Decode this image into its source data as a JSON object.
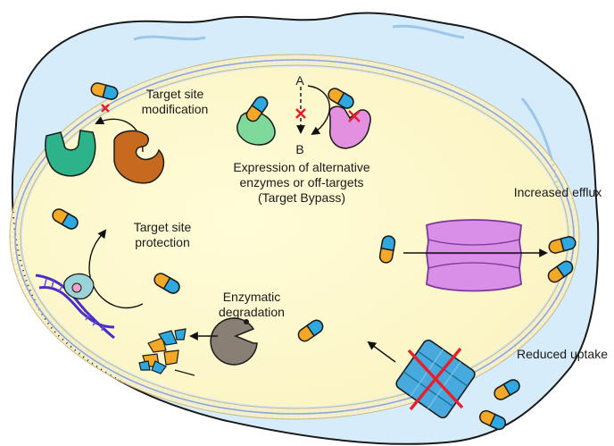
{
  "labels": {
    "target_mod_line1": "Target site",
    "target_mod_line2": "modification",
    "expression_line1": "Expression of alternative",
    "expression_line2": "enzymes or off-targets",
    "expression_line3": "(Target Bypass)",
    "node_a": "A",
    "node_b": "B",
    "efflux": "Increased efflux",
    "protection_line1": "Target site",
    "protection_line2": "protection",
    "enzymatic_line1": "Enzymatic",
    "enzymatic_line2": "degradation",
    "uptake": "Reduced uptake"
  },
  "icons": {
    "antibiotic": "capsule-pill-icon",
    "target": "enzyme-target-icon",
    "efflux_pump": "membrane-pump-icon",
    "porin": "porin-channel-icon",
    "degrading_enzyme": "pacman-enzyme-icon",
    "dna": "dna-helix-icon",
    "block": "red-cross-icon"
  },
  "colors": {
    "cell_outer": "#d4ebfa",
    "cell_inner": "#fffbdf",
    "membrane_bead": "#f8efc2",
    "membrane_line": "#8ca6dc",
    "pill_blue": "#2fa8e0",
    "pill_orange": "#f4a828",
    "pump": "#d98ee8",
    "porin": "#48a9dc",
    "enzyme_gray": "#8a7f75",
    "block_red": "#e5202a",
    "dna": "#4a2fc4"
  }
}
